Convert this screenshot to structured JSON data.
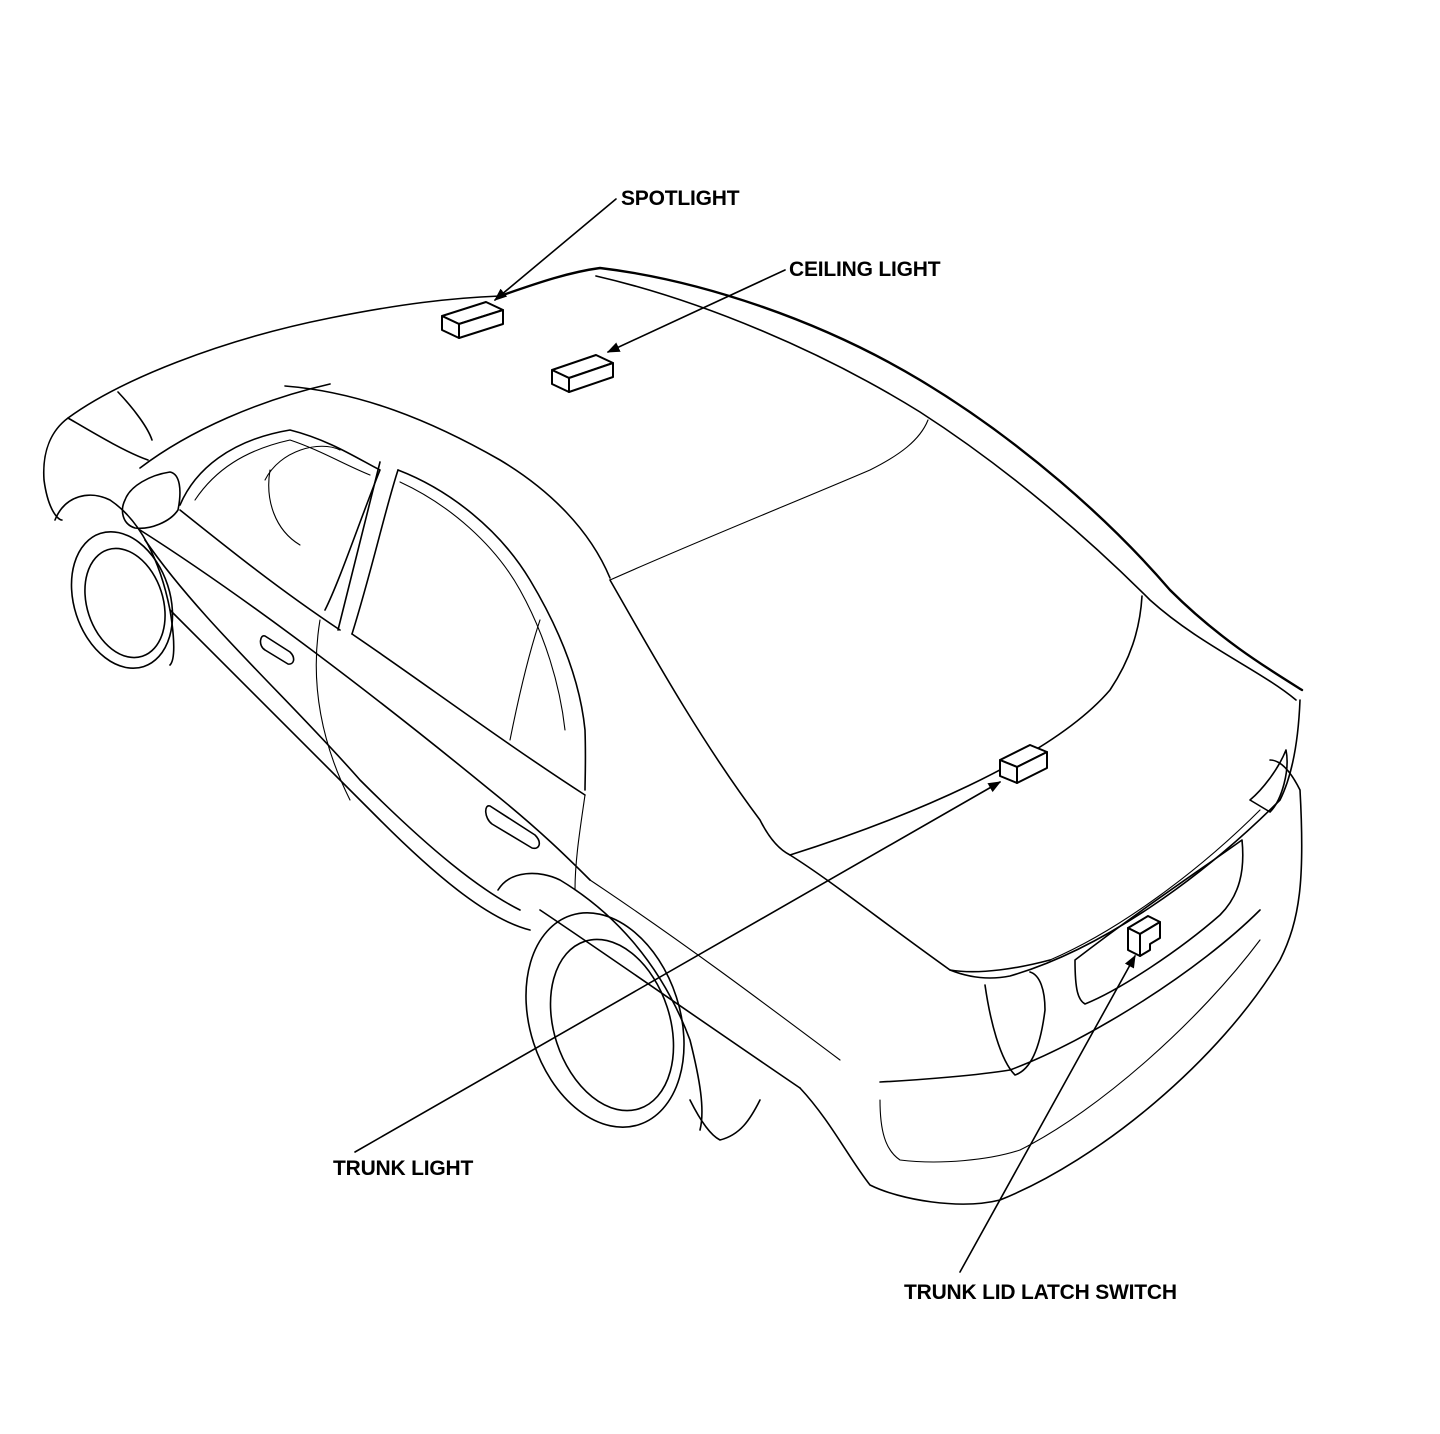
{
  "callouts": {
    "spotlight": "SPOTLIGHT",
    "ceiling_light": "CEILING LIGHT",
    "trunk_light": "TRUNK LIGHT",
    "trunk_lid_latch_switch": "TRUNK LID LATCH SWITCH"
  },
  "colors": {
    "line": "#000000",
    "background": "#ffffff"
  }
}
